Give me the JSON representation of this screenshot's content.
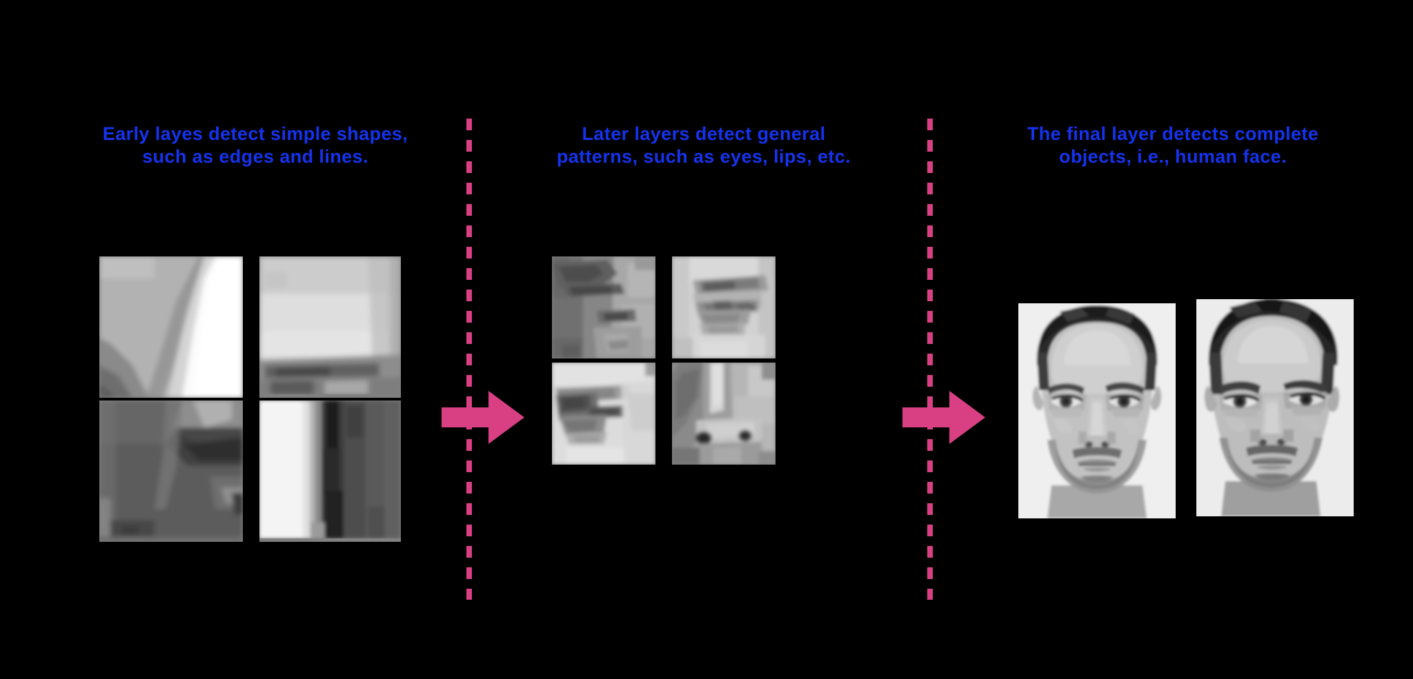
{
  "figure": {
    "title": "CNN feature hierarchy illustration",
    "background_color": "#000000",
    "caption_color": "#1533EE",
    "accent_color": "#D94084"
  },
  "stages": [
    {
      "id": "early-layers",
      "caption": "Early layes detect simple shapes,\nsuch as edges and lines.",
      "tiles": [
        {
          "name": "edge-patch-diagonal-bright-right",
          "description": "grey region with bright white vertical edge on the right"
        },
        {
          "name": "edge-patch-horizontal-dark-band",
          "description": "light patch with dark horizontal band near bottom"
        },
        {
          "name": "edge-patch-diagonal-streak",
          "description": "dark patch with lighter diagonal streak"
        },
        {
          "name": "edge-patch-vertical-line",
          "description": "white left half with strong dark vertical band"
        }
      ]
    },
    {
      "id": "later-layers",
      "caption": "Later layers detect general\npatterns, such as eyes, lips, etc.",
      "tiles": [
        {
          "name": "feature-patch-lips",
          "description": "mouth and lips region, mid grey texture"
        },
        {
          "name": "feature-patch-eye-right",
          "description": "eye with eyebrow above"
        },
        {
          "name": "feature-patch-eye-left",
          "description": "eye with dark lash line on light skin"
        },
        {
          "name": "feature-patch-nose",
          "description": "nose with two dark nostrils"
        }
      ]
    },
    {
      "id": "final-layer",
      "caption": "The final layer detects complete\nobjects, i.e., human face.",
      "faces": [
        {
          "name": "face-photo-1",
          "description": "grayscale frontal portrait of a man with short dark hair and stubble"
        },
        {
          "name": "face-photo-2",
          "description": "grayscale portrait of the same man, slightly wider crop"
        }
      ]
    }
  ],
  "connectors": [
    {
      "name": "divider-1",
      "type": "dashed-vertical-line",
      "color": "#D94084"
    },
    {
      "name": "arrow-1",
      "type": "right-arrow",
      "color": "#D94084"
    },
    {
      "name": "divider-2",
      "type": "dashed-vertical-line",
      "color": "#D94084"
    },
    {
      "name": "arrow-2",
      "type": "right-arrow",
      "color": "#D94084"
    }
  ]
}
